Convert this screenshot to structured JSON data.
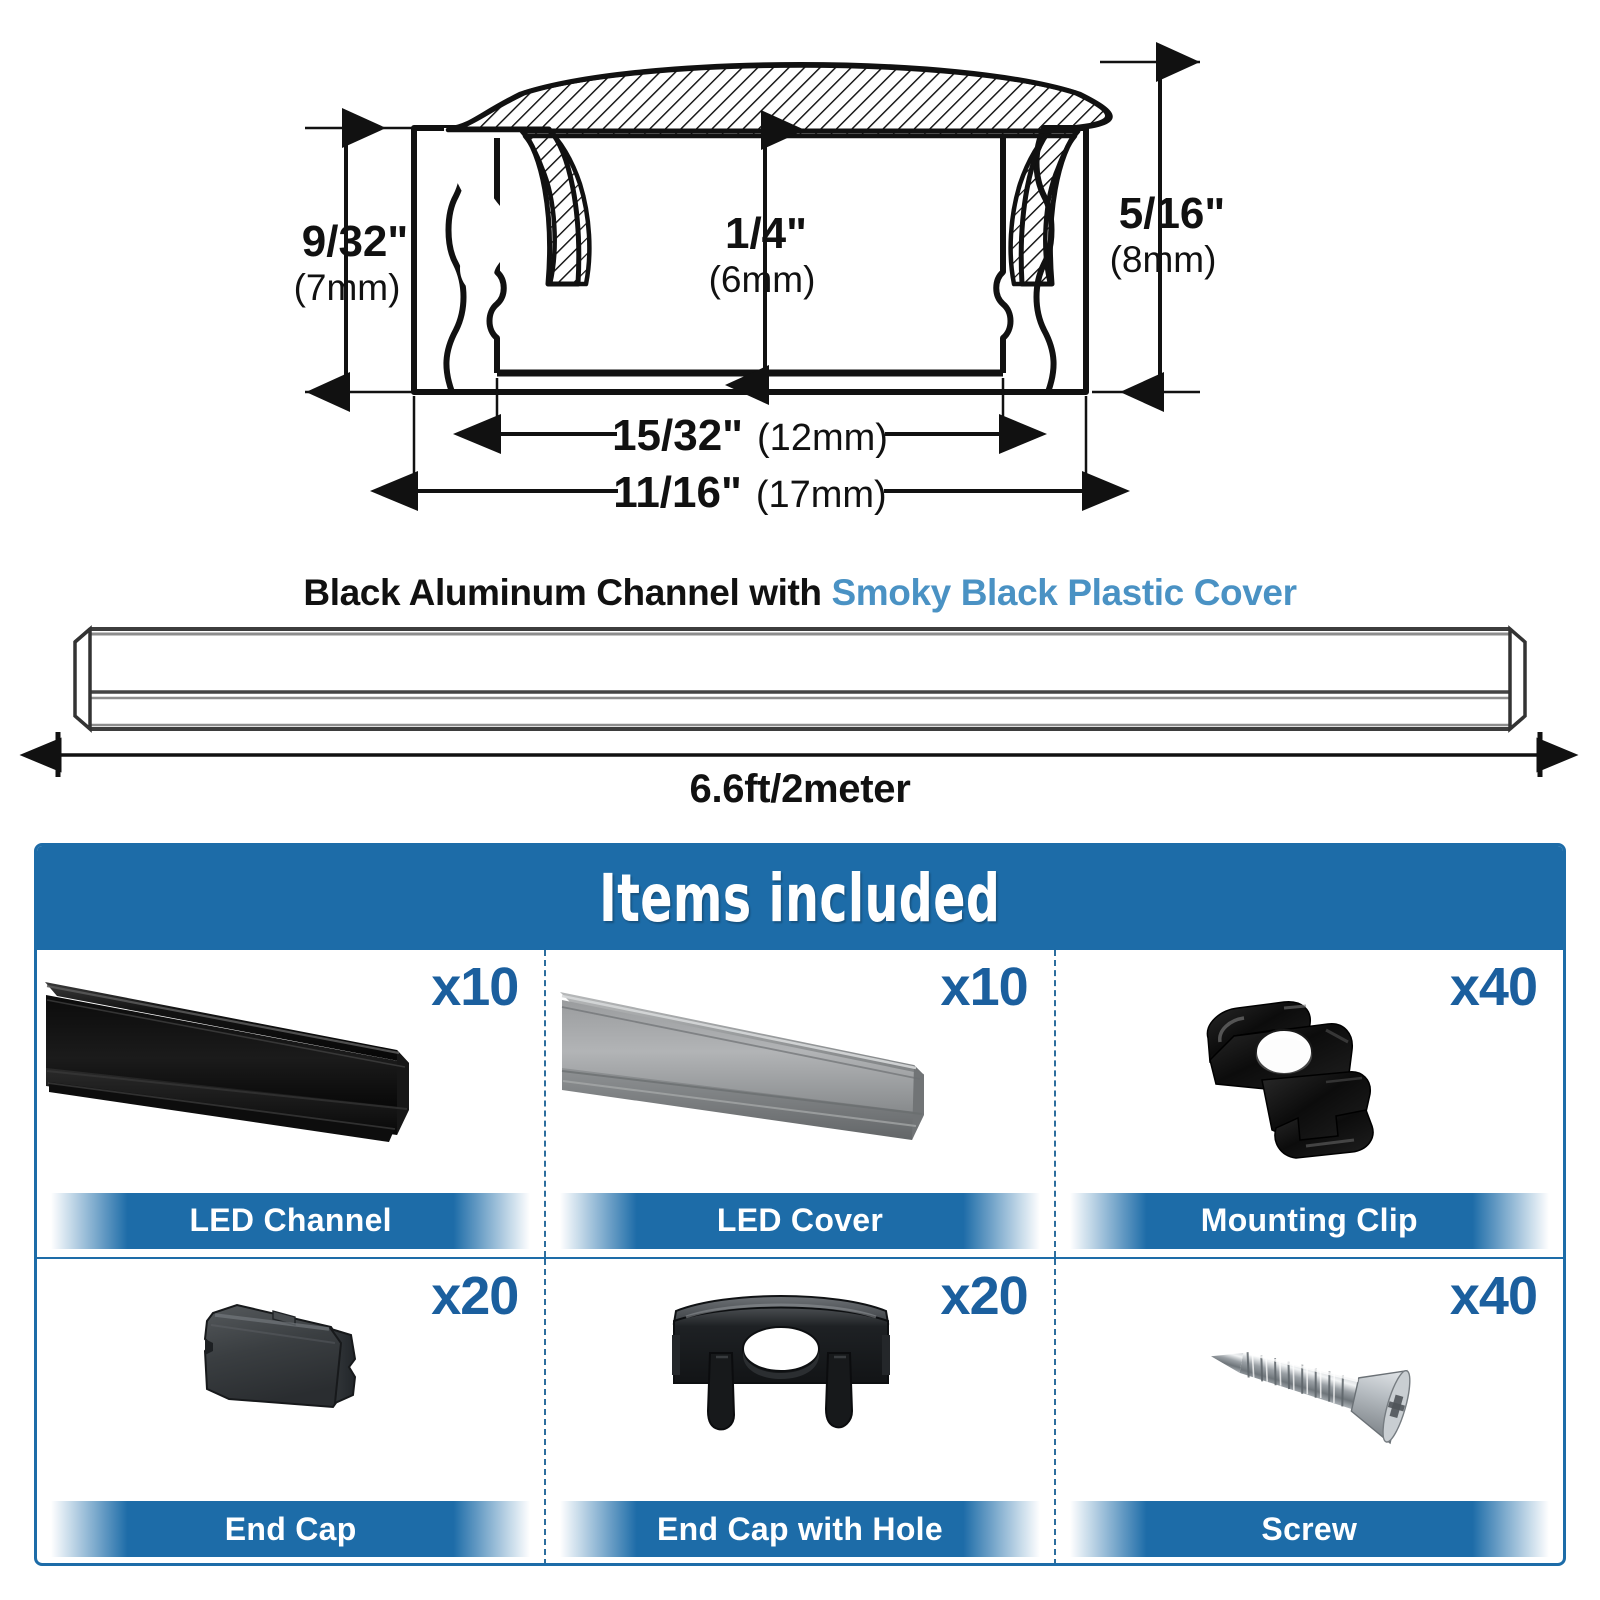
{
  "cross_section": {
    "name": "led-channel-cross-section",
    "dimensions": {
      "height_outer": {
        "inch": "9/32\"",
        "mm": "(7mm)"
      },
      "height_with_cover": {
        "inch": "5/16\"",
        "mm": "(8mm)"
      },
      "inner_depth": {
        "inch": "1/4\"",
        "mm": "(6mm)"
      },
      "inner_width": {
        "inch": "15/32\"",
        "mm": "(12mm)"
      },
      "outer_width": {
        "inch": "11/16\"",
        "mm": "(17mm)"
      }
    }
  },
  "product": {
    "title_main": "Black Aluminum Channel with ",
    "title_accent": "Smoky Black Plastic Cover",
    "length_label": "6.6ft/2meter"
  },
  "items": {
    "banner_title": "Items included",
    "accent_blue": "#1d6ca8",
    "qty_blue": "#1b5f9e",
    "title_accent_blue": "#4a92c4",
    "cells": [
      {
        "qty": "x10",
        "label": "LED Channel",
        "art": "led-channel-bar"
      },
      {
        "qty": "x10",
        "label": "LED Cover",
        "art": "led-cover-bar"
      },
      {
        "qty": "x40",
        "label": "Mounting Clip",
        "art": "mounting-clip"
      },
      {
        "qty": "x20",
        "label": "End Cap",
        "art": "end-cap"
      },
      {
        "qty": "x20",
        "label": "End Cap with Hole",
        "art": "end-cap-with-hole"
      },
      {
        "qty": "x40",
        "label": "Screw",
        "art": "screw"
      }
    ]
  }
}
